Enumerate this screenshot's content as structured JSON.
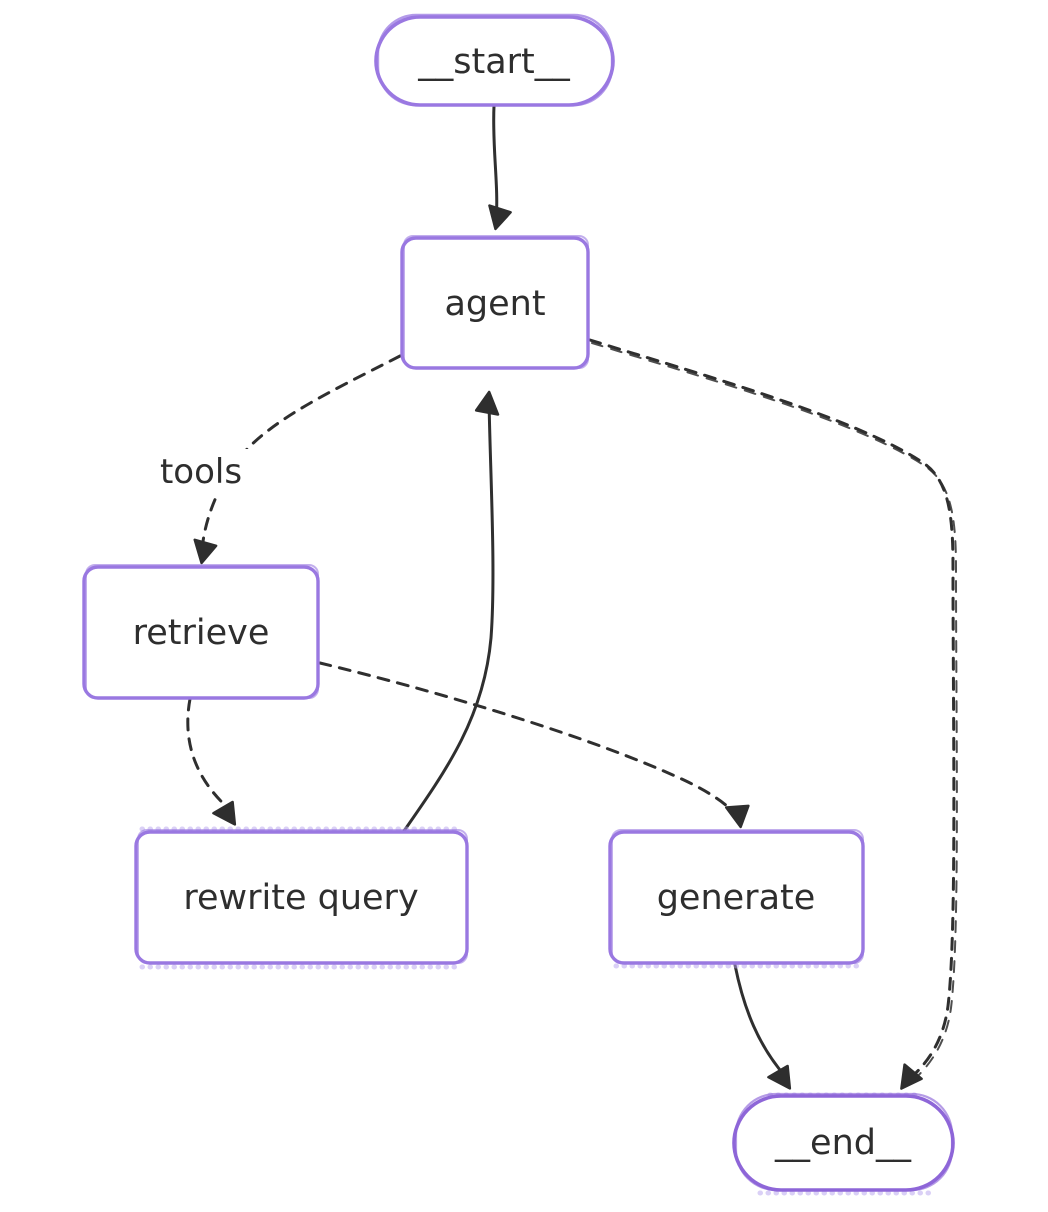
{
  "diagram": {
    "type": "flowchart",
    "style": "hand-drawn",
    "background": "#ffffff",
    "colors": {
      "node_border": "#9a78e1",
      "end_node_border": "#8e66d8",
      "hatch_stripe": "#e8e2f8",
      "solid_node_fill": "#ece8fb",
      "end_node_fill": "#b5a2ed",
      "edge": "#2f2f2f",
      "text": "#2e2e2e"
    },
    "nodes": [
      {
        "id": "start",
        "label": "__start__",
        "shape": "stadium",
        "fill_style": "white-outline"
      },
      {
        "id": "agent",
        "label": "agent",
        "shape": "rounded-rect",
        "fill_style": "hatched"
      },
      {
        "id": "retrieve",
        "label": "retrieve",
        "shape": "rounded-rect",
        "fill_style": "hatched"
      },
      {
        "id": "rewrite_query",
        "label": "rewrite query",
        "shape": "rounded-rect",
        "fill_style": "solid-light"
      },
      {
        "id": "generate",
        "label": "generate",
        "shape": "rounded-rect",
        "fill_style": "solid-light"
      },
      {
        "id": "end",
        "label": "__end__",
        "shape": "stadium",
        "fill_style": "solid-purple"
      }
    ],
    "edges": [
      {
        "from": "start",
        "to": "agent",
        "style": "solid"
      },
      {
        "from": "agent",
        "to": "retrieve",
        "style": "dashed",
        "label": "tools"
      },
      {
        "from": "retrieve",
        "to": "rewrite_query",
        "style": "dashed"
      },
      {
        "from": "retrieve",
        "to": "generate",
        "style": "dashed"
      },
      {
        "from": "rewrite_query",
        "to": "agent",
        "style": "solid"
      },
      {
        "from": "generate",
        "to": "end",
        "style": "solid"
      },
      {
        "from": "agent",
        "to": "end",
        "style": "dashed"
      }
    ]
  }
}
